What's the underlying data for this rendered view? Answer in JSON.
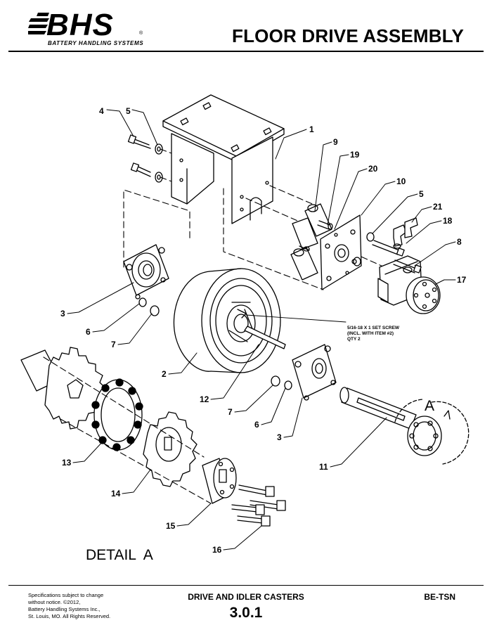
{
  "header": {
    "brand": "BHS",
    "brand_subtitle": "BATTERY HANDLING SYSTEMS",
    "registered_mark": "®",
    "title": "FLOOR DRIVE ASSEMBLY"
  },
  "diagram": {
    "callouts": [
      "1",
      "2",
      "3",
      "3",
      "4",
      "5",
      "5",
      "6",
      "6",
      "7",
      "7",
      "8",
      "9",
      "10",
      "11",
      "12",
      "13",
      "14",
      "15",
      "16",
      "17",
      "18",
      "19",
      "20",
      "21"
    ],
    "note_lines": [
      "5/16-18 X 1 SET SCREW",
      "(INCL. WITH ITEM #2)",
      "QTY 2"
    ],
    "detail_label": "DETAIL  A",
    "detail_marker": "A"
  },
  "footer": {
    "spec_lines": [
      "Specifications subject to change",
      "without notice. ©2012,",
      "Battery Handling Systems Inc.,",
      "St. Louis, MO. All Rights Reserved."
    ],
    "section_title": "DRIVE AND IDLER CASTERS",
    "section_number": "3.0.1",
    "model": "BE-TSN"
  }
}
